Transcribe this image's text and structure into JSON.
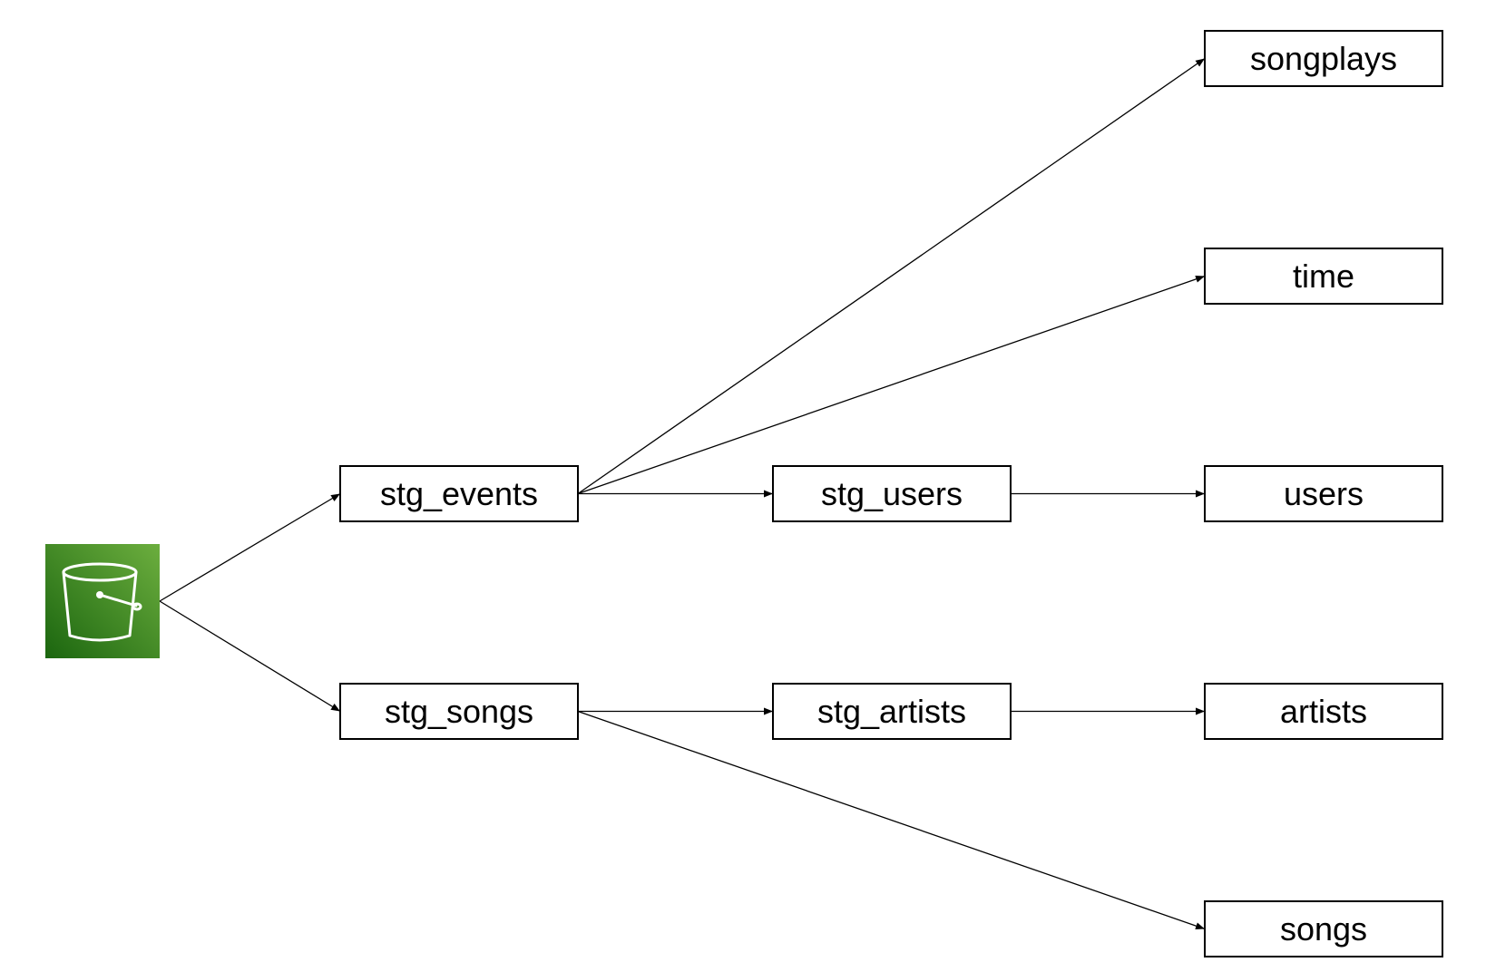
{
  "diagram": {
    "source": {
      "icon": "s3-bucket-icon",
      "background_gradient": [
        "#1b660f",
        "#6cae3e"
      ],
      "icon_color": "#ffffff"
    },
    "nodes": [
      {
        "id": "stg_events",
        "label": "stg_events"
      },
      {
        "id": "stg_songs",
        "label": "stg_songs"
      },
      {
        "id": "stg_users",
        "label": "stg_users"
      },
      {
        "id": "stg_artists",
        "label": "stg_artists"
      },
      {
        "id": "songplays",
        "label": "songplays"
      },
      {
        "id": "time",
        "label": "time"
      },
      {
        "id": "users",
        "label": "users"
      },
      {
        "id": "artists",
        "label": "artists"
      },
      {
        "id": "songs",
        "label": "songs"
      }
    ],
    "edges": [
      {
        "from": "source",
        "to": "stg_events"
      },
      {
        "from": "source",
        "to": "stg_songs"
      },
      {
        "from": "stg_events",
        "to": "songplays"
      },
      {
        "from": "stg_events",
        "to": "time"
      },
      {
        "from": "stg_events",
        "to": "stg_users"
      },
      {
        "from": "stg_users",
        "to": "users"
      },
      {
        "from": "stg_songs",
        "to": "stg_artists"
      },
      {
        "from": "stg_artists",
        "to": "artists"
      },
      {
        "from": "stg_songs",
        "to": "songs"
      }
    ],
    "colors": {
      "line": "#000000",
      "box_border": "#000000",
      "box_fill": "#ffffff"
    }
  }
}
